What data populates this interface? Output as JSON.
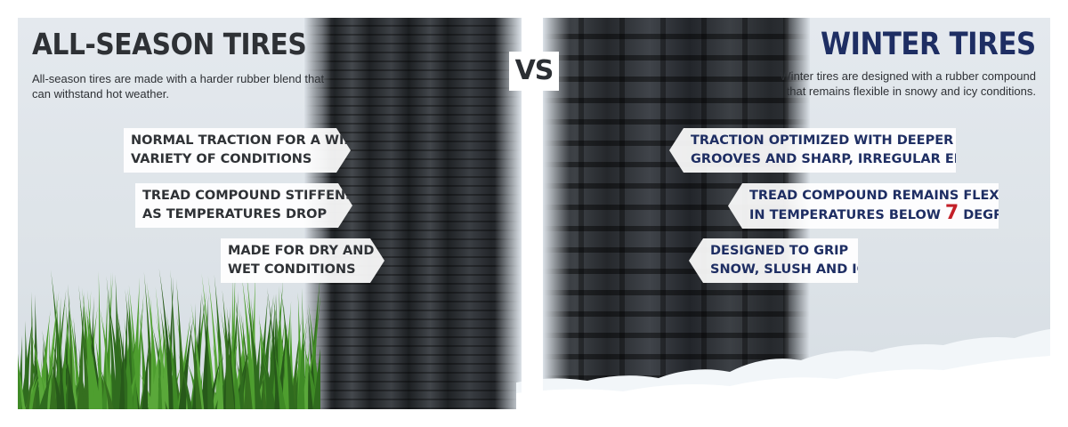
{
  "left": {
    "title": "ALL-SEASON TIRES",
    "description": "All-season tires are made with a harder rubber blend that can withstand hot weather.",
    "labels": [
      {
        "line1": "NORMAL TRACTION FOR A WIDE",
        "line2": "VARIETY OF CONDITIONS"
      },
      {
        "line1": "TREAD COMPOUND STIFFENS",
        "line2": "AS TEMPERATURES DROP"
      },
      {
        "line1": "MADE FOR DRY AND",
        "line2": "WET CONDITIONS"
      }
    ]
  },
  "vs_label": "VS",
  "right": {
    "title": "WINTER TIRES",
    "description": "Winter tires are designed with a rubber compound that remains flexible in snowy and icy conditions.",
    "labels": [
      {
        "line1": "TRACTION OPTIMIZED WITH DEEPER",
        "line2": "GROOVES AND SHARP, IRREGULAR EDGES"
      },
      {
        "line1": "TREAD COMPOUND REMAINS FLEXIBLE",
        "line2_prefix": "IN TEMPERATURES BELOW ",
        "line2_number": "7",
        "line2_suffix": " DEGREES"
      },
      {
        "line1": "DESIGNED TO GRIP",
        "line2": "SNOW, SLUSH AND ICE"
      }
    ]
  },
  "colors": {
    "left_title": "#2e3135",
    "right_title": "#1e2e63",
    "highlight_number": "#c32028",
    "background": "#dde3e8"
  },
  "illustrations": [
    "grass-image",
    "snow-image",
    "all-season-tire-tread",
    "winter-tire-tread"
  ]
}
